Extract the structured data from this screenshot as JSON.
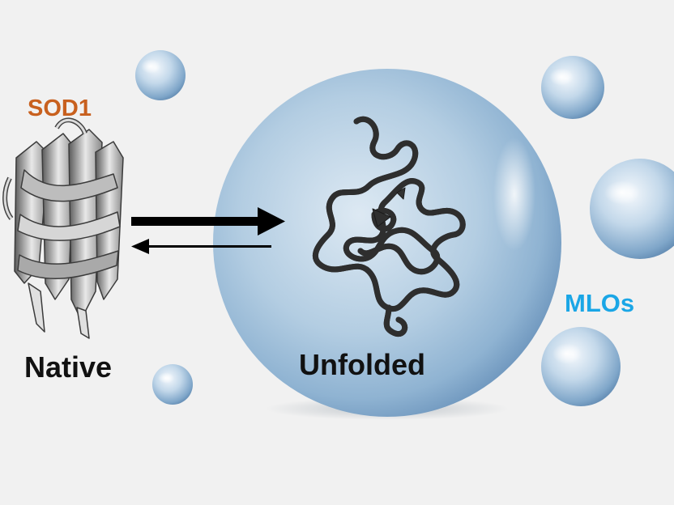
{
  "labels": {
    "protein": "SOD1",
    "native": "Native",
    "unfolded": "Unfolded",
    "condensates": "MLOs"
  },
  "colors": {
    "background": "#f1f1f1",
    "protein_label": "#c8601e",
    "state_labels": "#111111",
    "condensate_label": "#1aa6e6",
    "droplet": "#8fb6d6",
    "arrow": "#000000"
  },
  "arrows": {
    "forward": "thick",
    "reverse": "thin"
  }
}
